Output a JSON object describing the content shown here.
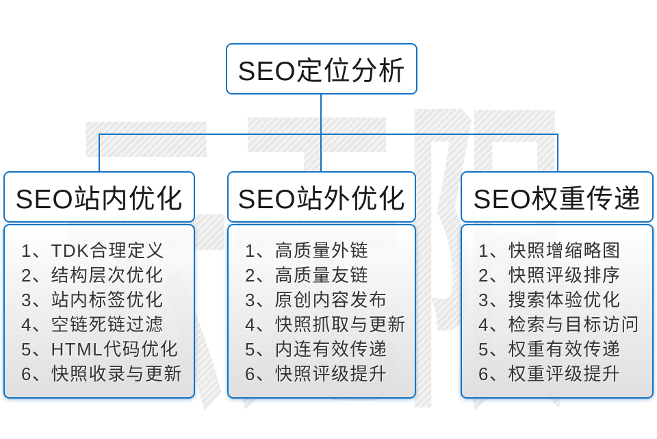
{
  "watermark": {
    "text": "云无限"
  },
  "root": {
    "title": "SEO定位分析"
  },
  "columns": [
    {
      "id": "onsite-seo",
      "title": "SEO站内优化",
      "items": [
        "1、TDK合理定义",
        "2、结构层次优化",
        "3、站内标签优化",
        "4、空链死链过滤",
        "5、HTML代码优化",
        "6、快照收录与更新"
      ]
    },
    {
      "id": "offsite-seo",
      "title": "SEO站外优化",
      "items": [
        "1、高质量外链",
        "2、高质量友链",
        "3、原创内容发布",
        "4、快照抓取与更新",
        "5、内连有效传递",
        "6、快照评级提升"
      ]
    },
    {
      "id": "seo-weight",
      "title": "SEO权重传递",
      "items": [
        "1、快照增缩略图",
        "2、快照评级排序",
        "3、搜索体验优化",
        "4、检索与目标访问",
        "5、权重有效传递",
        "6、权重评级提升"
      ]
    }
  ],
  "colors": {
    "line": "#1173c4",
    "watermark": "#ececec",
    "title_text": "#1a1a1a",
    "item_text": "#333333"
  }
}
